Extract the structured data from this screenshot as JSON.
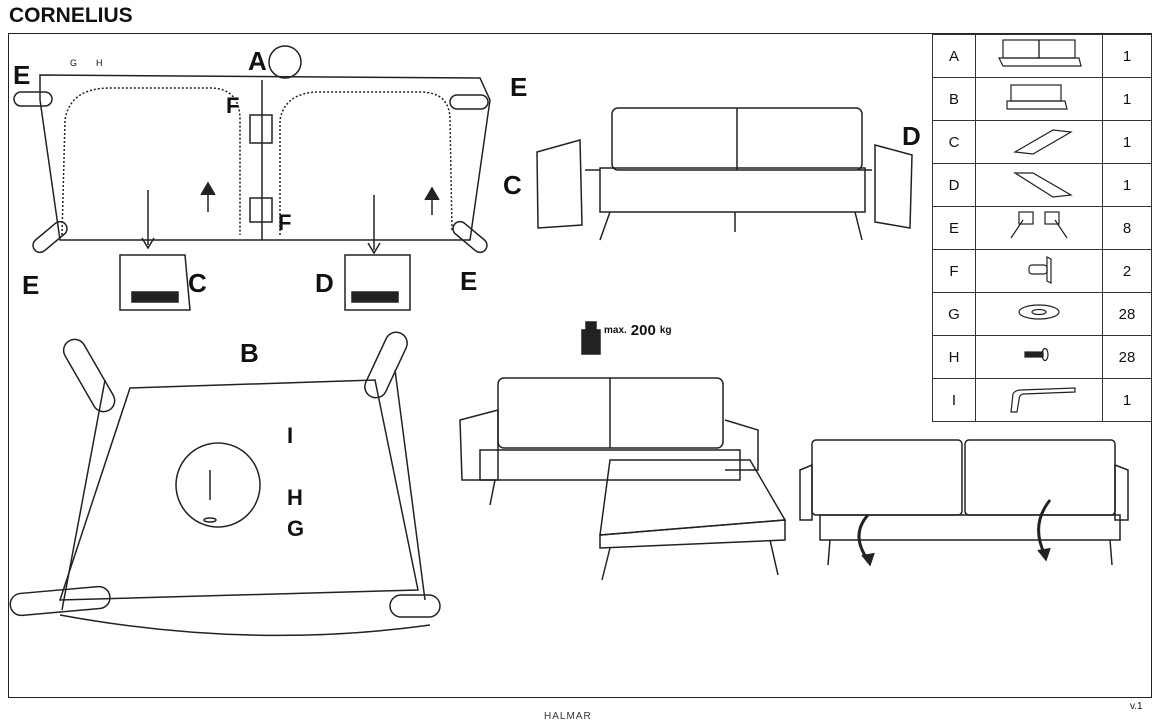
{
  "title": "CORNELIUS",
  "callouts": {
    "e1": "E",
    "a": "A",
    "f1": "F",
    "e2": "E",
    "f2": "F",
    "e3": "E",
    "c1": "C",
    "d1": "D",
    "e4": "E",
    "c2": "C",
    "d2": "D",
    "b": "B",
    "i": "I",
    "h": "H",
    "g": "G"
  },
  "hardware_tags": {
    "g": "G",
    "h": "H"
  },
  "weight": {
    "prefix": "max.",
    "value": "200",
    "unit": "kg"
  },
  "parts": [
    {
      "letter": "A",
      "icon": "sofa-backrest-icon",
      "qty": "1"
    },
    {
      "letter": "B",
      "icon": "sofa-seat-icon",
      "qty": "1"
    },
    {
      "letter": "C",
      "icon": "armrest-left-icon",
      "qty": "1"
    },
    {
      "letter": "D",
      "icon": "armrest-right-icon",
      "qty": "1"
    },
    {
      "letter": "E",
      "icon": "leg-bracket-icon",
      "qty": "8"
    },
    {
      "letter": "F",
      "icon": "center-leg-icon",
      "qty": "2"
    },
    {
      "letter": "G",
      "icon": "washer-icon",
      "qty": "28"
    },
    {
      "letter": "H",
      "icon": "bolt-icon",
      "qty": "28"
    },
    {
      "letter": "I",
      "icon": "allen-key-icon",
      "qty": "1"
    }
  ],
  "footer": {
    "version": "v.1",
    "brand": "HALMAR"
  }
}
